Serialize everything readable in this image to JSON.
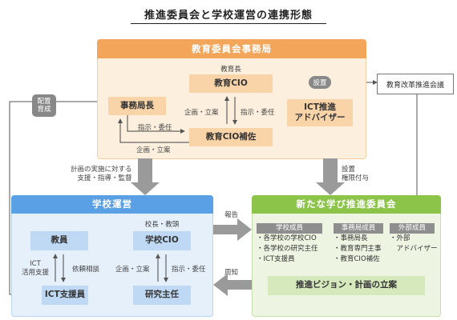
{
  "title": "推進委員会と学校運営の連携形態",
  "secretariat": {
    "header": "教育委員会事務局",
    "cio_note": "教育長",
    "cio": "教育CIO",
    "bureau_chief": "事務局長",
    "cio_assistant": "教育CIO補佐",
    "ict_advisor": "ICT推進\nアドバイザー",
    "planning": "企画・立案",
    "direction": "指示・委任",
    "direction2": "指示・委任",
    "planning2": "企画・立案",
    "placement_badge": "設置"
  },
  "reform_council": "教育改革推進会議",
  "left_badge": "配置\n育成",
  "down_left_label": "計画の実施に対する\n支援・指導・監督",
  "down_right_label": "設置\n権限付与",
  "school": {
    "header": "学校運営",
    "teacher": "教員",
    "school_cio_note": "校長・教頭",
    "school_cio": "学校CIO",
    "ict_supporter": "ICT支援員",
    "research_lead": "研究主任",
    "ict_support_label": "ICT\n活用支援",
    "consult_label": "依頼相談",
    "planning": "企画・立案",
    "direction": "指示・委任"
  },
  "report_label": "報告",
  "notice_label": "周知",
  "committee": {
    "header": "新たな学び推進委員会",
    "columns": [
      {
        "title": "学校成員",
        "items": [
          "・各学校の学校CIO",
          "・各学校の研究主任",
          "・ICT支援員"
        ]
      },
      {
        "title": "事務局成員",
        "items": [
          "・事務局長",
          "・教育専門主事",
          "・教育CIO補佐"
        ]
      },
      {
        "title": "外部成員",
        "items": [
          "・外部",
          "　アドバイザー"
        ]
      }
    ],
    "plan": "推進ビジョン・計画の立案"
  }
}
